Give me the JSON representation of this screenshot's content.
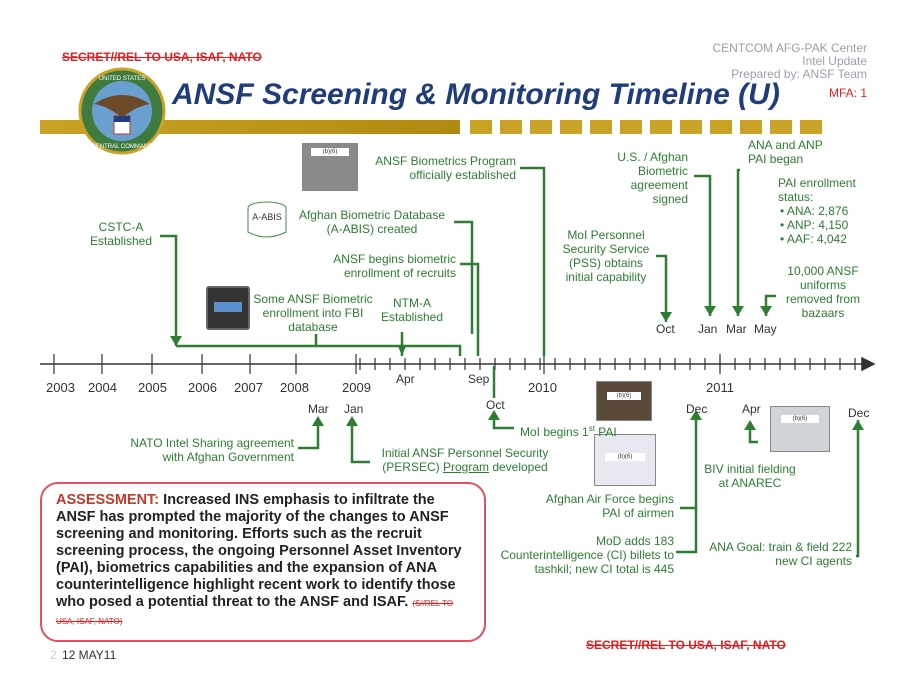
{
  "classification_top": "SECRET//REL TO USA, ISAF, NATO",
  "classification_bottom": "SECRET//REL TO USA, ISAF, NATO",
  "header_right": [
    "CENTCOM AFG-PAK Center",
    "Intel Update",
    "Prepared by: ANSF Team"
  ],
  "mfa": "MFA: 1",
  "title": "ANSF Screening & Monitoring Timeline (U)",
  "seal_text": [
    "UNITED STATES",
    "CENTRAL COMMAND"
  ],
  "database_icon_label": "A-ABIS",
  "redaction_label": "(b)(6)",
  "above_events": [
    {
      "id": "cstc",
      "text": "CSTC-A Established"
    },
    {
      "id": "fbi",
      "text": "Some ANSF Biometric enrollment into FBI database"
    },
    {
      "id": "aabis",
      "text": "Afghan Biometric Database (A-ABIS) created"
    },
    {
      "id": "ntm",
      "text": "NTM-A Established"
    },
    {
      "id": "recruits",
      "text": "ANSF begins biometric enrollment of recruits"
    },
    {
      "id": "biomprog",
      "text": "ANSF Biometrics Program officially established"
    },
    {
      "id": "pss",
      "text": "MoI Personnel Security Service (PSS) obtains initial capability"
    },
    {
      "id": "usafghan",
      "text": "U.S. / Afghan Biometric agreement signed"
    },
    {
      "id": "pai",
      "text": "ANA and ANP PAI began"
    },
    {
      "id": "uniforms",
      "text": "10,000 ANSF uniforms removed from bazaars"
    }
  ],
  "pai_status": {
    "title": "PAI enrollment status:",
    "items": [
      "• ANA: 2,876",
      "• ANP: 4,150",
      "• AAF: 4,042"
    ]
  },
  "below_events": [
    {
      "id": "nato",
      "text": "NATO Intel Sharing agreement with Afghan Government"
    },
    {
      "id": "persec_pre",
      "text": "Initial ANSF Personnel Security (PERSEC) "
    },
    {
      "id": "persec_prog",
      "text": "Program"
    },
    {
      "id": "persec_post",
      "text": " developed"
    },
    {
      "id": "moi_pre",
      "text": "MoI begins 1"
    },
    {
      "id": "moi_sup",
      "text": "st"
    },
    {
      "id": "moi_post",
      "text": " PAI"
    },
    {
      "id": "aaf",
      "text": "Afghan Air Force begins PAI of airmen"
    },
    {
      "id": "mod",
      "text": "MoD adds 183 Counterintelligence (CI) billets to tashkil; new CI total is 445"
    },
    {
      "id": "biv",
      "text": "BIV initial fielding at ANAREC"
    },
    {
      "id": "anagoal",
      "text": "ANA Goal: train & field 222 new CI agents"
    }
  ],
  "years": [
    "2003",
    "2004",
    "2005",
    "2006",
    "2007",
    "2008",
    "2009",
    "2010",
    "2011"
  ],
  "month_labels_above": [
    "Apr",
    "Sep",
    "Oct",
    "Jan",
    "Mar",
    "May"
  ],
  "month_labels_below": [
    "Mar",
    "Jan",
    "Oct",
    "Dec",
    "Apr",
    "Dec"
  ],
  "assessment": {
    "label": "ASSESSMENT:",
    "text": " Increased INS emphasis to infiltrate the ANSF has prompted the majority of the changes to ANSF screening and monitoring. Efforts such as the recruit screening process, the ongoing Personnel Asset Inventory (PAI), biometrics capabilities and the expansion of ANA counterintelligence highlight recent work to identify those who posed a potential threat to the ANSF and ISAF.",
    "marking": "(S//REL TO USA, ISAF, NATO)"
  },
  "page_number": "2",
  "date": "12 MAY11"
}
